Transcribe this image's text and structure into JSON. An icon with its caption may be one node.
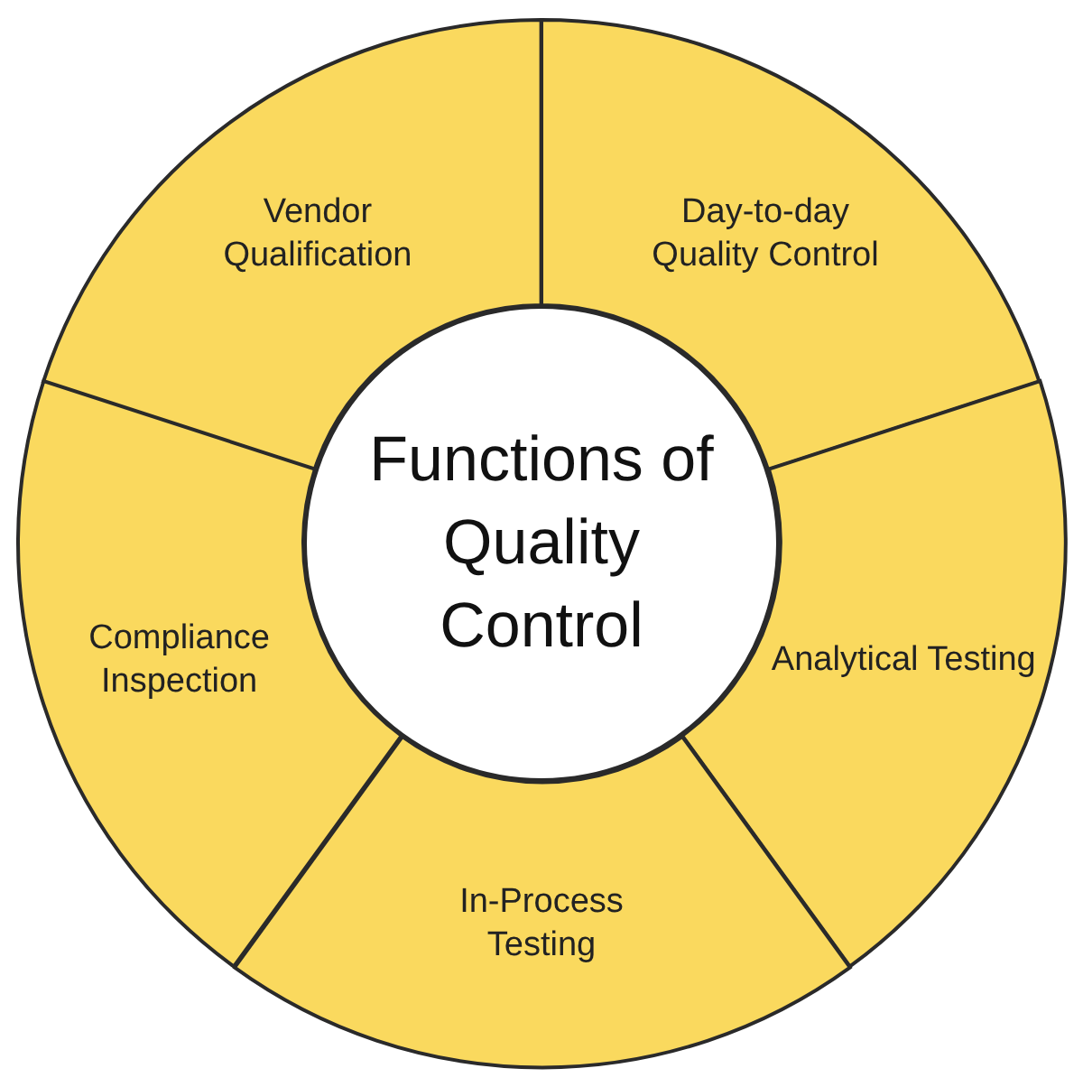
{
  "diagram": {
    "nodes": [
      {
        "text": [
          "Functions of Quality Control"
        ]
      },
      {
        "text": [
          "Vendor Qualification"
        ]
      },
      {
        "text": [
          "Day-to-day Quality Control"
        ]
      },
      {
        "text": [
          "Analytical Testing"
        ]
      },
      {
        "text": [
          "In-Process Testing"
        ]
      },
      {
        "text": [
          "Compliance Inspection"
        ]
      }
    ]
  }
}
